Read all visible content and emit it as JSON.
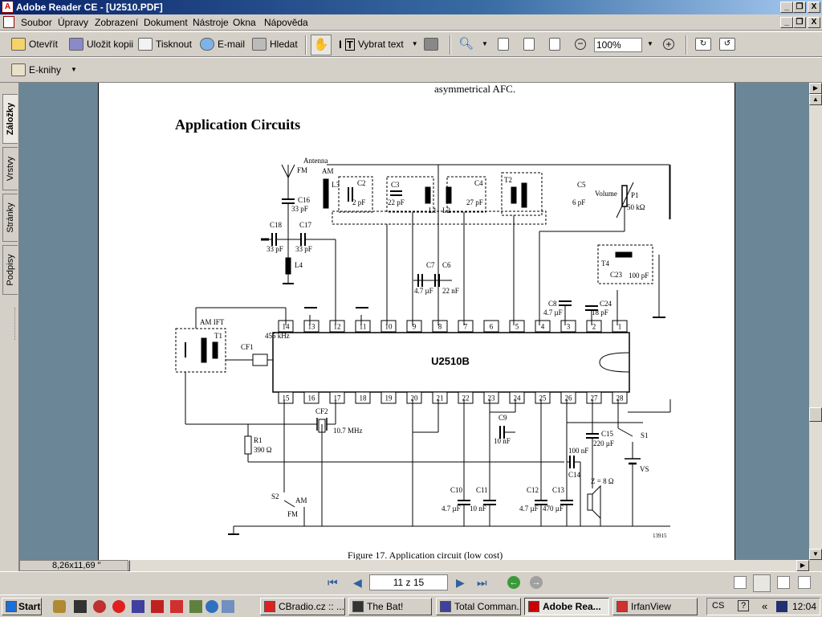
{
  "window": {
    "title": "Adobe Reader CE - [U2510.PDF]",
    "app_icon_glyph": "A",
    "controls": [
      "_",
      "❐",
      "X"
    ]
  },
  "menubar": {
    "items": [
      "Soubor",
      "Úpravy",
      "Zobrazení",
      "Dokument",
      "Nástroje",
      "Okna",
      "Nápověda"
    ],
    "doc_controls": [
      "_",
      "❐",
      "X"
    ]
  },
  "toolbar": {
    "open_label": "Otevřít",
    "save_label": "Uložit kopii",
    "print_label": "Tisknout",
    "email_label": "E-mail",
    "search_label": "Hledat",
    "select_text_label": "Vybrat text",
    "zoom_value": "100%",
    "ebooks_label": "E-knihy"
  },
  "navpanel": {
    "tabs": [
      "Záložky",
      "Vrstvy",
      "Stránky",
      "Podpisy"
    ]
  },
  "document": {
    "prev_text": "asymmetrical  AFC.",
    "heading": "Application Circuits",
    "figure_caption": "Figure 17.  Application circuit (low cost)",
    "figure_id": "13915",
    "schematic": {
      "ic_label": "U2510B",
      "top_pins": [
        "14",
        "13",
        "12",
        "11",
        "10",
        "9",
        "8",
        "7",
        "6",
        "5",
        "4",
        "3",
        "2",
        "1"
      ],
      "bottom_pins": [
        "15",
        "16",
        "17",
        "18",
        "19",
        "20",
        "21",
        "22",
        "23",
        "24",
        "25",
        "26",
        "27",
        "28"
      ],
      "labels": {
        "antenna": "Antenna",
        "fm": "FM",
        "am": "AM",
        "c16": "C16",
        "c16v": "33 pF",
        "c18": "C18",
        "c18v": "33 pF",
        "c17": "C17",
        "c17v": "33 pF",
        "l4": "L4",
        "l3": "L3",
        "c2": "C2",
        "c2v": "2 pF",
        "c3": "C3",
        "c3v": "22 pF",
        "l1": "L1",
        "l2": "L2",
        "c4": "C4",
        "c4v": "27 pF",
        "t2": "T2",
        "c5": "C5",
        "c5v": "6 pF",
        "volume": "Volume",
        "p1": "P1",
        "p1v": "50 kΩ",
        "c7": "C7",
        "c7v": "4.7 µF",
        "c6": "C6",
        "c6v": "22 nF",
        "c8": "C8",
        "c8v": "4.7 µF",
        "c24": "C24",
        "c24v": "18 pF",
        "t4": "T4",
        "c23": "C23",
        "c23v": "100 pF",
        "am_ift": "AM IFT",
        "t1": "T1",
        "khz": "455 kHz",
        "cf1": "CF1",
        "cf2": "CF2",
        "mhz": "10.7 MHz",
        "r1": "R1",
        "r1v": "390 Ω",
        "c9": "C9",
        "c9v": "10 nF",
        "c15": "C15",
        "c15v": "220 µF",
        "s1": "S1",
        "vs": "VS",
        "c14v": "100 nF",
        "c14": "C14",
        "z": "Z = 8 Ω",
        "s2": "S2",
        "s2am": "AM",
        "s2fm": "FM",
        "c10": "C10",
        "c10v": "4.7 µF",
        "c11": "C11",
        "c11v": "10 nF",
        "c12": "C12",
        "c12v": "4.7 µF",
        "c13": "C13",
        "c13v": "470 µF"
      }
    }
  },
  "statusbar": {
    "page_size": "8,26x11,69 \"",
    "page_indicator": "11 z 15"
  },
  "taskbar": {
    "start_label": "Start",
    "tasks": [
      "CBradio.cz :: ...",
      "The Bat!",
      "Total Comman...",
      "Adobe Rea...",
      "IrfanView"
    ],
    "tray": [
      "CS",
      "?",
      "«"
    ],
    "clock": "12:04"
  }
}
